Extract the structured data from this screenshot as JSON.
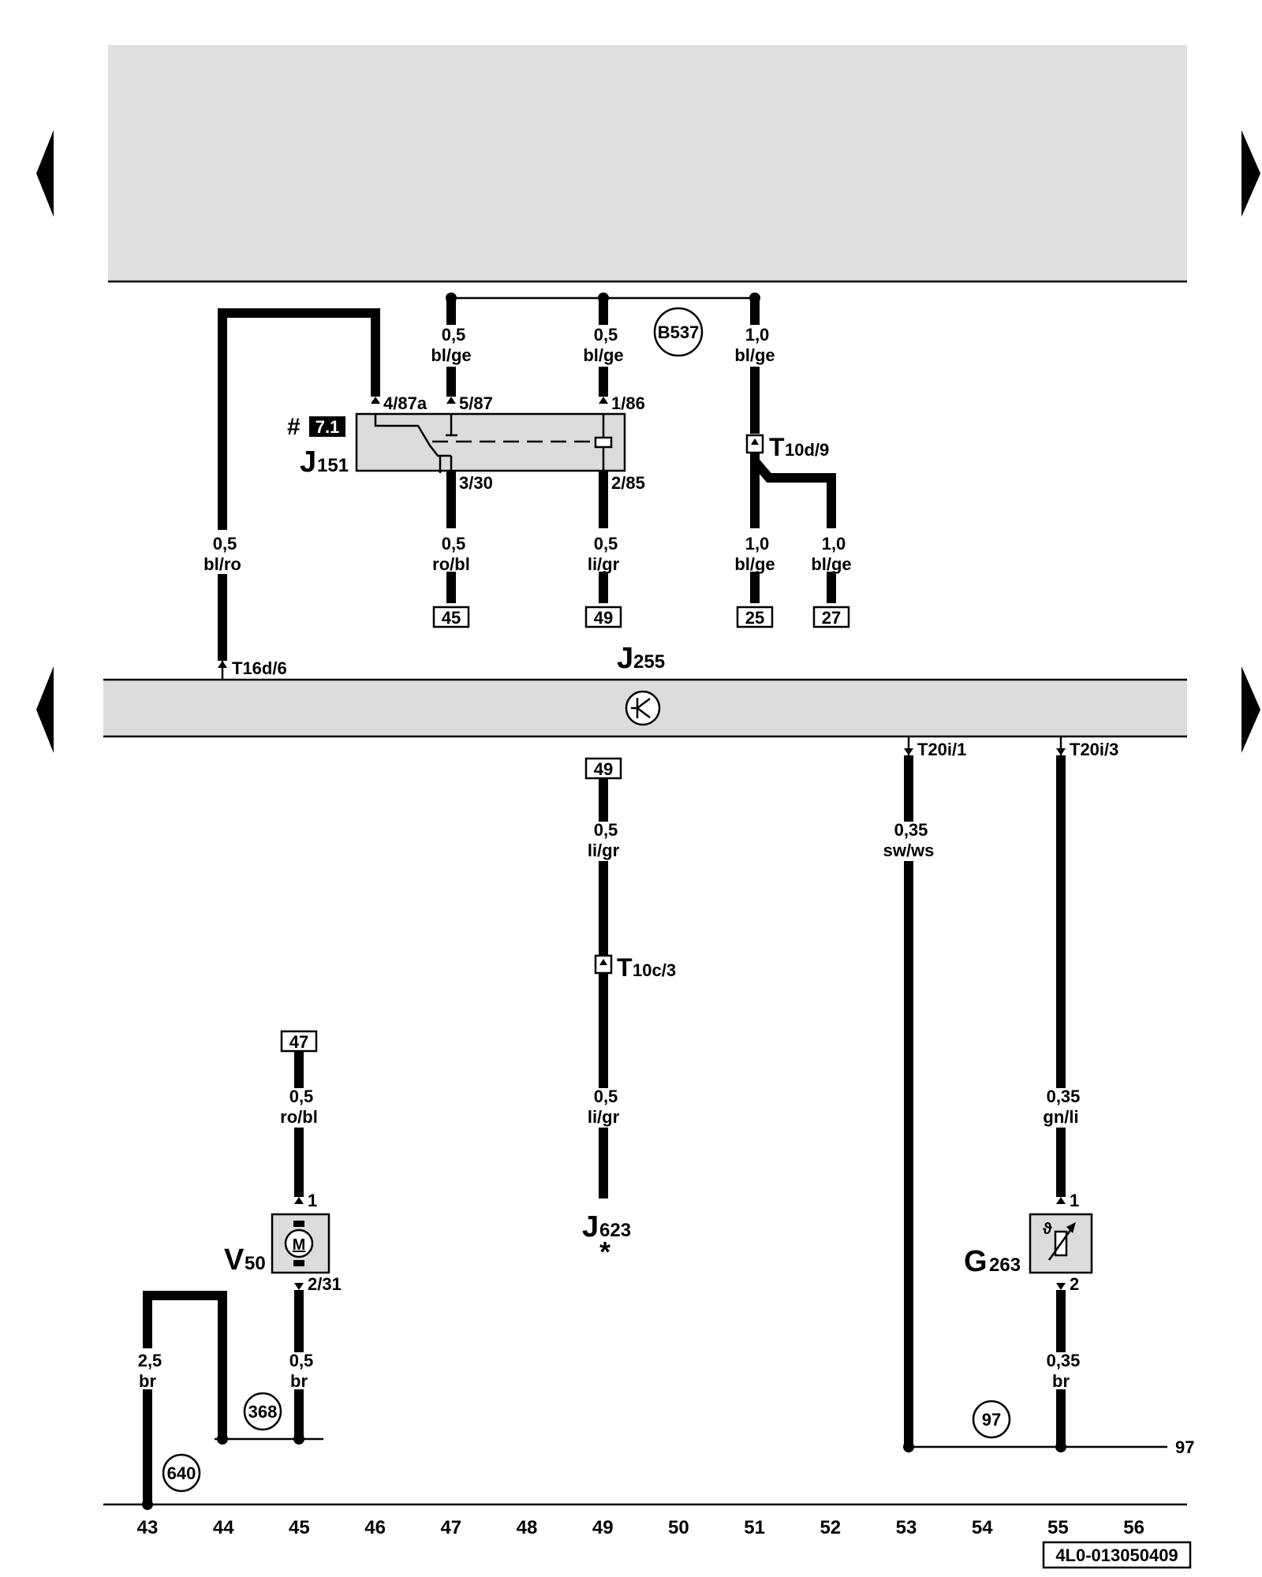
{
  "navigation": {
    "prev_arrow": "triangle-left",
    "next_arrow": "triangle-right"
  },
  "relay": {
    "marker": "#",
    "marker_ref": "7.1",
    "id": "J",
    "id_sub": "151",
    "pins": {
      "p87a": "4/87a",
      "p87": "5/87",
      "p86": "1/86",
      "p30": "3/30",
      "p85": "2/85"
    }
  },
  "splice": {
    "label": "B537"
  },
  "connectors": {
    "t10d": {
      "id": "T",
      "sub": "10d/9"
    },
    "t10c": {
      "id": "T",
      "sub": "10c/3"
    },
    "t16d": "T16d/6",
    "t20i_1": "T20i/1",
    "t20i_3": "T20i/3"
  },
  "wires": {
    "w1": {
      "size": "0,5",
      "color": "bl/ge"
    },
    "w2": {
      "size": "0,5",
      "color": "bl/ge"
    },
    "w3": {
      "size": "1,0",
      "color": "bl/ge"
    },
    "w4": {
      "size": "0,5",
      "color": "bl/ro"
    },
    "w5": {
      "size": "0,5",
      "color": "ro/bl"
    },
    "w6": {
      "size": "0,5",
      "color": "li/gr"
    },
    "w7": {
      "size": "1,0",
      "color": "bl/ge"
    },
    "w8": {
      "size": "1,0",
      "color": "bl/ge"
    },
    "w9": {
      "size": "0,5",
      "color": "li/gr"
    },
    "w10": {
      "size": "0,35",
      "color": "sw/ws"
    },
    "w11": {
      "size": "0,5",
      "color": "li/gr"
    },
    "w12": {
      "size": "0,5",
      "color": "ro/bl"
    },
    "w13": {
      "size": "0,35",
      "color": "gn/li"
    },
    "w14": {
      "size": "2,5",
      "color": "br"
    },
    "w15": {
      "size": "0,5",
      "color": "br"
    },
    "w16": {
      "size": "0,35",
      "color": "br"
    }
  },
  "refs": {
    "r45": "45",
    "r49a": "49",
    "r25": "25",
    "r27": "27",
    "r49b": "49",
    "r47": "47"
  },
  "control_unit": {
    "id": "J",
    "sub": "255"
  },
  "j623": {
    "id": "J",
    "sub": "623",
    "note": "*"
  },
  "motor": {
    "id": "V",
    "sub": "50",
    "symbol": "M",
    "pin1": "1",
    "pin2": "2/31"
  },
  "sensor": {
    "id": "G",
    "sub": "263",
    "pin1": "1",
    "pin2": "2",
    "symbol": "ϑ"
  },
  "grounds": {
    "g368": "368",
    "g640": "640",
    "g97": "97",
    "g97_line": "97"
  },
  "columns": [
    "43",
    "44",
    "45",
    "46",
    "47",
    "48",
    "49",
    "50",
    "51",
    "52",
    "53",
    "54",
    "55",
    "56"
  ],
  "footer": {
    "code": "4L0-013050409"
  }
}
